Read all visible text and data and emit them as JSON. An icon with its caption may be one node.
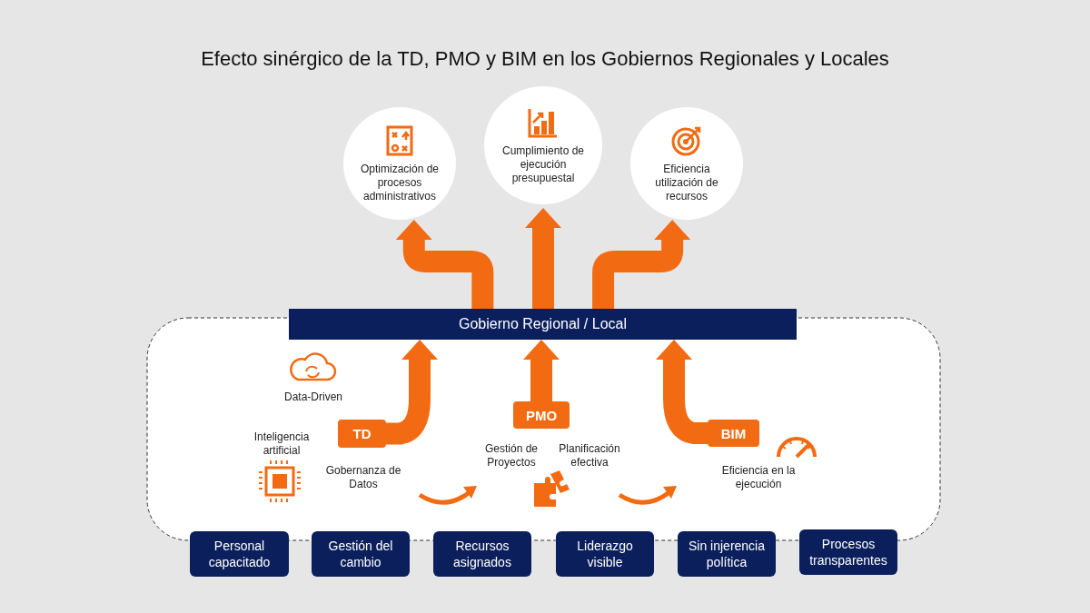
{
  "diagram": {
    "title": "Efecto sinérgico de la TD, PMO y BIM en los Gobiernos Regionales y Locales",
    "nodes": [
      {
        "text": [
          "Optimización de procesos administrativos"
        ]
      },
      {
        "text": [
          "Cumplimiento de ejecución presupuestal"
        ]
      },
      {
        "text": [
          "Eficiencia utilización de recursos"
        ]
      },
      {
        "text": [
          "Gobierno Regional / Local"
        ]
      },
      {
        "text": [
          "TD"
        ]
      },
      {
        "text": [
          "PMO"
        ]
      },
      {
        "text": [
          "BIM"
        ]
      },
      {
        "text": [
          "Personal capacitado"
        ]
      },
      {
        "text": [
          "Gestión del cambio"
        ]
      },
      {
        "text": [
          "Recursos asignados"
        ]
      },
      {
        "text": [
          "Liderazgo visible"
        ]
      },
      {
        "text": [
          "Sin injerencia política"
        ]
      },
      {
        "text": [
          "Procesos transparentes"
        ]
      }
    ],
    "edges": [
      {
        "from": 3,
        "to": 0,
        "arrow": "to"
      },
      {
        "from": 3,
        "to": 1,
        "arrow": "to"
      },
      {
        "from": 3,
        "to": 2,
        "arrow": "to"
      },
      {
        "from": 4,
        "to": 3,
        "arrow": "to"
      },
      {
        "from": 5,
        "to": 3,
        "arrow": "to"
      },
      {
        "from": 6,
        "to": 3,
        "arrow": "to"
      }
    ],
    "labels": [
      "Data-Driven",
      "Inteligencia artificial",
      "Gobernanza de Datos",
      "Gestión de Proyectos",
      "Planificación efectiva",
      "Eficiencia en la ejecución"
    ]
  }
}
